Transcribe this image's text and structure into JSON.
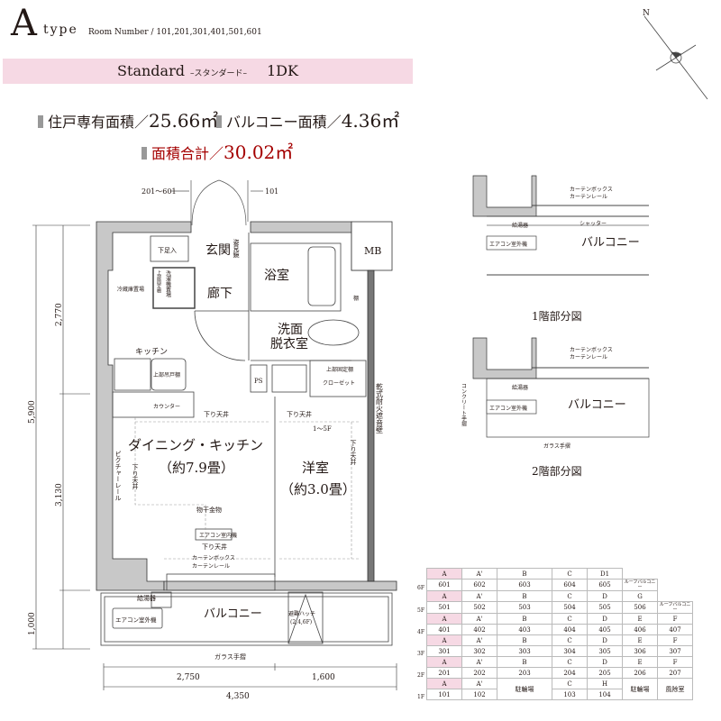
{
  "header": {
    "type_letter": "A",
    "type_word": "type",
    "room_numbers": "Room Number / 101,201,301,401,501,601",
    "plan_name": "Standard",
    "plan_name_kana": "–スタンダード–",
    "layout": "1DK",
    "color_band": "#f6d9e4"
  },
  "areas": {
    "private_label": "住戸専有面積／",
    "private_value": "25.66㎡",
    "balcony_label": "バルコニー面積／",
    "balcony_value": "4.36㎡",
    "total_label": "面積合計／",
    "total_value": "30.02㎡",
    "total_color": "#a40000"
  },
  "plan": {
    "door_note_left": "201～601",
    "door_note_right": "101",
    "genkan": "玄関",
    "shoe": "下足入",
    "tsuki": "姿見鏡",
    "roka": "廊下",
    "bath": "浴室",
    "mb": "MB",
    "fridge": "冷蔵庫置場",
    "upper_fixed_shelf": "上部固定棚",
    "washer": "洗濯機置場",
    "washroom_1": "洗面",
    "washroom_2": "脱衣室",
    "shelf": "棚",
    "kitchen": "キッチン",
    "upper_cabinet": "上部吊戸棚",
    "ps": "PS",
    "upper_fixed_shelf2": "上部固定棚",
    "closet": "クローゼット",
    "wall": "乾式耐火遮音壁",
    "counter": "カウンター",
    "lowered_ceiling_1": "下り天井",
    "lowered_ceiling_2": "下り天井",
    "lowered_ceiling_3": "下り天井",
    "lowered_ceiling_4": "下り天井",
    "lowered_ceiling_5": "下り天井",
    "floors_note": "1～5F",
    "dk_name": "ダイニング・キッチン",
    "dk_size": "（約7.9畳）",
    "western_name": "洋室",
    "western_size": "（約3.0畳）",
    "picture_rail": "ピクチャーレール",
    "drying_hardware": "物干金物",
    "aircon_indoor": "エアコン室内機",
    "curtain_box": "カーテンボックス",
    "curtain_rail": "カーテンレール",
    "water_heater": "給湯器",
    "aircon_outdoor": "エアコン室外機",
    "balcony": "バルコニー",
    "hatch_1": "避難ハッチ",
    "hatch_2": "(2,4,6F)",
    "glass_rail": "ガラス手摺"
  },
  "dimensions": {
    "left_total": "5,900",
    "left_1": "2,770",
    "left_2": "3,130",
    "left_3": "1,000",
    "bottom_1": "2,750",
    "bottom_2": "1,600",
    "bottom_total": "4,350"
  },
  "partial_1f": {
    "title": "1階部分図",
    "curtain_box": "カーテンボックス",
    "curtain_rail": "カーテンレール",
    "water_heater": "給湯器",
    "shutter": "シャッター",
    "aircon_outdoor": "エアコン室外機",
    "balcony": "バルコニー"
  },
  "partial_2f": {
    "title": "2階部分図",
    "curtain_box": "カーテンボックス",
    "curtain_rail": "カーテンレール",
    "water_heater": "給湯器",
    "concrete_rail": "コンクリート手摺",
    "aircon_outdoor": "エアコン室外機",
    "balcony": "バルコニー",
    "glass_rail": "ガラス手摺"
  },
  "compass": {
    "north": "N"
  },
  "unit_table": {
    "rows": [
      {
        "floor": "6F",
        "types": [
          "A",
          "A'",
          "B",
          "C",
          "D1"
        ],
        "rooms": [
          "601",
          "602",
          "603",
          "604",
          "605"
        ],
        "extra": "ルーフバルコニー"
      },
      {
        "floor": "5F",
        "types": [
          "A",
          "A'",
          "B",
          "C",
          "D",
          "G"
        ],
        "rooms": [
          "501",
          "502",
          "503",
          "504",
          "505",
          "506"
        ],
        "extra": "ルーフバルコニー"
      },
      {
        "floor": "4F",
        "types": [
          "A",
          "A'",
          "B",
          "C",
          "D",
          "E",
          "F"
        ],
        "rooms": [
          "401",
          "402",
          "403",
          "404",
          "405",
          "406",
          "407"
        ]
      },
      {
        "floor": "3F",
        "types": [
          "A",
          "A'",
          "B",
          "C",
          "D",
          "E",
          "F"
        ],
        "rooms": [
          "301",
          "302",
          "303",
          "304",
          "305",
          "306",
          "307"
        ]
      },
      {
        "floor": "2F",
        "types": [
          "A",
          "A'",
          "B",
          "C",
          "D",
          "E",
          "F"
        ],
        "rooms": [
          "201",
          "202",
          "203",
          "204",
          "205",
          "206",
          "207"
        ]
      },
      {
        "floor": "1F",
        "types": [
          "A",
          "A'",
          "C",
          "H"
        ],
        "rooms": [
          "101",
          "102",
          "103",
          "104"
        ],
        "bike_1": "駐輪場",
        "bike_2": "駐輪場",
        "wind": "風除室"
      }
    ]
  }
}
